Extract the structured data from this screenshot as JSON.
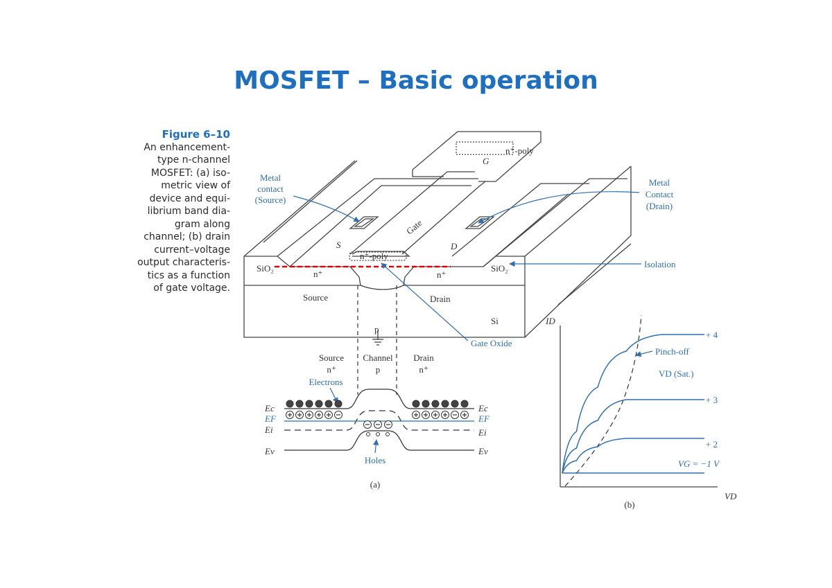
{
  "slide": {
    "title": "MOSFET – Basic operation"
  },
  "caption": {
    "figure": "Figure 6–10",
    "lines": [
      "An enhancement-",
      "type n-channel",
      "MOSFET: (a) iso-",
      "metric view of",
      "device and equi-",
      "librium band dia-",
      "gram along",
      "channel; (b) drain",
      "current–voltage",
      "output characteris-",
      "tics as a function",
      "of gate voltage."
    ]
  },
  "device": {
    "gate_pad": "n⁺-poly",
    "gate_pad_letter": "G",
    "gate": "Gate",
    "source_letter": "S",
    "drain_letter": "D",
    "metal_source": [
      "Metal",
      "contact",
      "(Source)"
    ],
    "metal_drain": [
      "Metal",
      "Contact",
      "(Drain)"
    ],
    "sio2_left": "SiO₂",
    "sio2_right": "SiO₂",
    "n_left": "n⁺",
    "n_right": "n⁺",
    "channel_poly": "n⁺-poly",
    "source": "Source",
    "drain": "Drain",
    "si": "Si",
    "p": "p",
    "isolation": "Isolation",
    "gate_oxide": "Gate Oxide"
  },
  "band": {
    "source": "Source",
    "source_type": "n⁺",
    "channel": "Channel",
    "channel_type": "p",
    "drain": "Drain",
    "drain_type": "n⁺",
    "electrons": "Electrons",
    "holes": "Holes",
    "ec": "Ec",
    "ef": "EF",
    "ei": "Ei",
    "ev": "Ev",
    "part": "(a)"
  },
  "chart_data": {
    "type": "line",
    "title": "",
    "xlabel": "VD",
    "ylabel": "ID",
    "part": "(b)",
    "x": [
      0,
      0.1,
      0.25,
      0.45,
      0.7,
      1.0
    ],
    "series": [
      {
        "name": "+4",
        "values": [
          0,
          0.3,
          0.62,
          0.88,
          1.0,
          1.0
        ]
      },
      {
        "name": "+3",
        "values": [
          0,
          0.18,
          0.38,
          0.53,
          0.53,
          0.53
        ]
      },
      {
        "name": "+2",
        "values": [
          0,
          0.09,
          0.19,
          0.25,
          0.25,
          0.25
        ]
      },
      {
        "name": "VG = −1 V",
        "values": [
          0,
          0,
          0,
          0,
          0,
          0
        ]
      }
    ],
    "annotations": [
      "Pinch-off",
      "VD (Sat.)"
    ],
    "curve_labels": [
      "+ 4",
      "+ 3",
      "+ 2",
      "VG = −1 V"
    ]
  }
}
